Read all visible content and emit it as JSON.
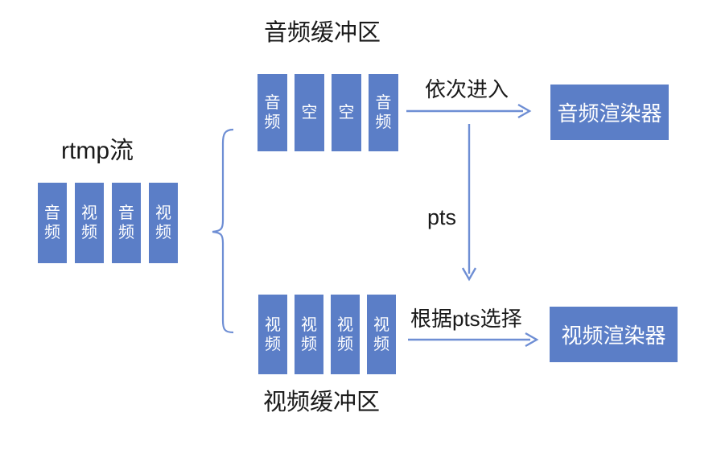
{
  "colors": {
    "box-fill": "#5b7ec7",
    "connector": "#6e8ed4",
    "label-color": "#1a1a1a",
    "box-text": "#ffffff",
    "bg": "#ffffff"
  },
  "rtmp": {
    "title": "rtmp流",
    "cells": [
      "音频",
      "视频",
      "音频",
      "视频"
    ]
  },
  "audio_buffer": {
    "title": "音频缓冲区",
    "cells": [
      "音频",
      "空",
      "空",
      "音频"
    ]
  },
  "video_buffer": {
    "title": "视频缓冲区",
    "cells": [
      "视频",
      "视频",
      "视频",
      "视频"
    ]
  },
  "arrows": {
    "audio_label": "依次进入",
    "pts_label": "pts",
    "video_label": "根据pts选择"
  },
  "renderers": {
    "audio": "音频渲染器",
    "video": "视频渲染器"
  }
}
